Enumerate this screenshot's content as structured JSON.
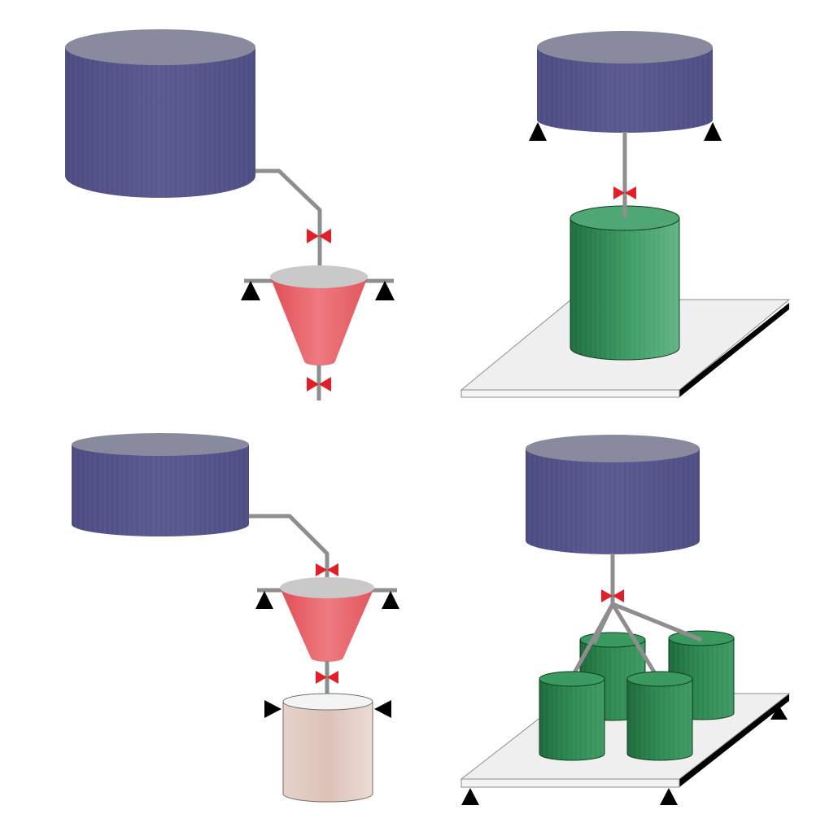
{
  "colors": {
    "silo_body": "#55548a",
    "silo_top": "#8a8a9e",
    "pipe": "#8e8e8e",
    "valve": "#e21f26",
    "hopper_body": "#e65b61",
    "hopper_top": "#c9c9c9",
    "tank_green": "#3b9b63",
    "tank_green_dark": "#1e6b3c",
    "bin_body": "#e4cfc6",
    "bin_top": "#f2f2f2",
    "platform": "#f0f0f0",
    "support": "#000000"
  },
  "panels": [
    {
      "id": "silo-to-hopper",
      "components": [
        "silo-icon",
        "pipe",
        "valve-icon",
        "hopper-icon",
        "valve-icon",
        "support-icon"
      ]
    },
    {
      "id": "silo-to-tank-on-scale",
      "components": [
        "silo-icon",
        "support-icon",
        "pipe",
        "valve-icon",
        "tank-icon",
        "platform-scale"
      ]
    },
    {
      "id": "silo-to-hopper-to-bin",
      "components": [
        "silo-icon",
        "pipe",
        "valve-icon",
        "hopper-icon",
        "valve-icon",
        "bin-icon",
        "support-icon"
      ]
    },
    {
      "id": "silo-to-four-tanks-on-scale",
      "components": [
        "silo-icon",
        "pipe",
        "valve-icon",
        "tank-icon",
        "tank-icon",
        "tank-icon",
        "tank-icon",
        "platform-scale",
        "support-icon"
      ]
    }
  ]
}
